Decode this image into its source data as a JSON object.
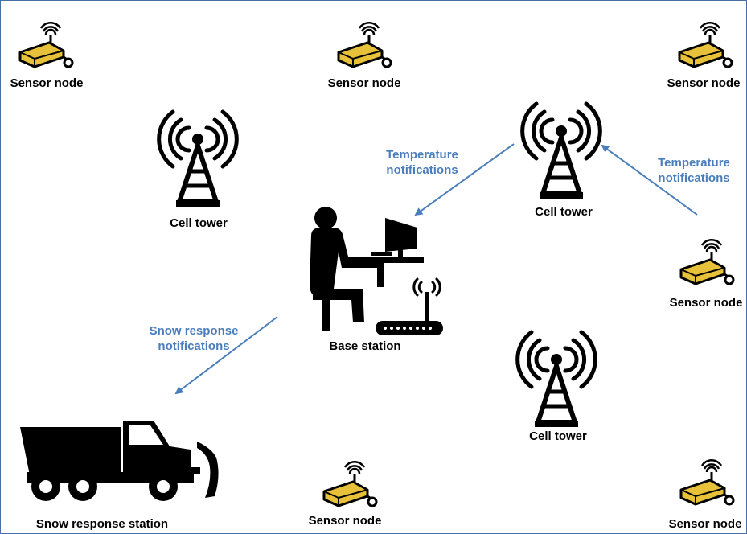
{
  "colors": {
    "accent": "#4a7ebb",
    "sensor_body": "#e8c13a",
    "ink": "#000000"
  },
  "sensor_nodes": [
    {
      "label": "Sensor node",
      "icon": "sensor-camera-icon"
    },
    {
      "label": "Sensor node",
      "icon": "sensor-camera-icon"
    },
    {
      "label": "Sensor node",
      "icon": "sensor-camera-icon"
    },
    {
      "label": "Sensor node",
      "icon": "sensor-camera-icon"
    },
    {
      "label": "Sensor node",
      "icon": "sensor-camera-icon"
    },
    {
      "label": "Sensor node",
      "icon": "sensor-camera-icon"
    }
  ],
  "cell_towers": [
    {
      "label": "Cell tower",
      "icon": "cell-tower-icon"
    },
    {
      "label": "Cell tower",
      "icon": "cell-tower-icon"
    },
    {
      "label": "Cell tower",
      "icon": "cell-tower-icon"
    }
  ],
  "base_station": {
    "label": "Base station",
    "icon": "person-computer-router-icon"
  },
  "snow_station": {
    "label": "Snow response station",
    "icon": "snowplow-truck-icon"
  },
  "notes": {
    "temp_left": [
      "Temperature",
      "notifications"
    ],
    "temp_right": [
      "Temperature",
      "notifications"
    ],
    "snow": [
      "Snow response",
      "notifications"
    ]
  }
}
